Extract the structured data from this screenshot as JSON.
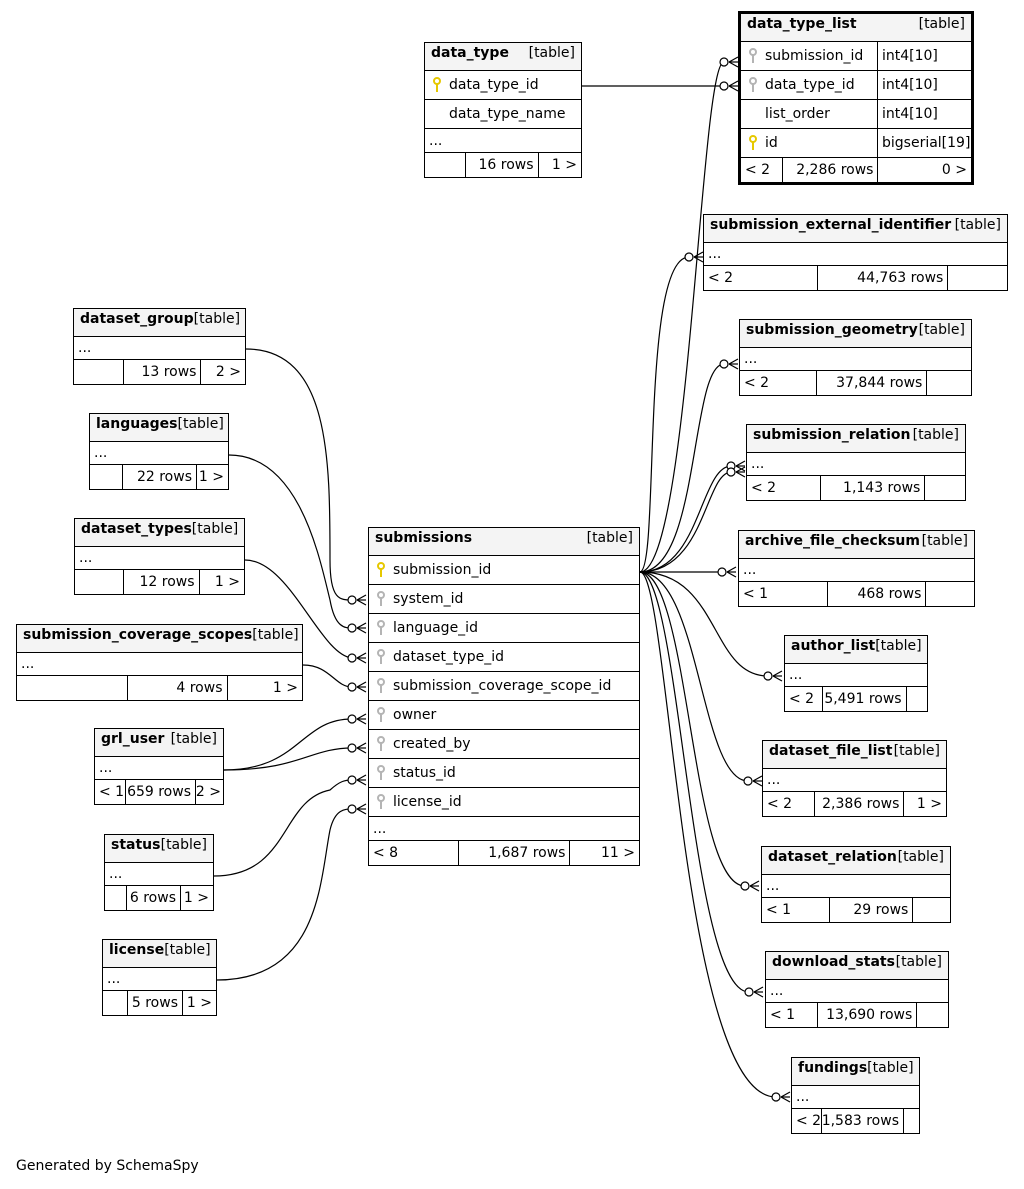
{
  "footer": "Generated by SchemaSpy",
  "type_label": "[table]",
  "key_colors": {
    "primary": "#e6c800",
    "foreign": "#b4b4b4"
  },
  "tables": [
    {
      "id": "data_type",
      "name": "data_type",
      "focus": false,
      "rows": [
        {
          "key": "primary",
          "name": "data_type_id"
        },
        {
          "key": "none",
          "name": "data_type_name"
        }
      ],
      "ellipsis": true,
      "footer": [
        "",
        "16 rows",
        "1 >"
      ]
    },
    {
      "id": "data_type_list",
      "name": "data_type_list",
      "focus": true,
      "rows": [
        {
          "key": "foreign",
          "name": "submission_id",
          "type": "int4[10]"
        },
        {
          "key": "foreign",
          "name": "data_type_id",
          "type": "int4[10]"
        },
        {
          "key": "none",
          "name": "list_order",
          "type": "int4[10]"
        },
        {
          "key": "primary",
          "name": "id",
          "type": "bigserial[19]"
        }
      ],
      "ellipsis": false,
      "footer": [
        "< 2",
        "2,286 rows",
        "0 >"
      ]
    },
    {
      "id": "submission_external_identifier",
      "name": "submission_external_identifier",
      "rows": [],
      "ellipsis": true,
      "footer": [
        "< 2",
        "44,763 rows",
        ""
      ]
    },
    {
      "id": "submission_geometry",
      "name": "submission_geometry",
      "rows": [],
      "ellipsis": true,
      "footer": [
        "< 2",
        "37,844 rows",
        ""
      ]
    },
    {
      "id": "submission_relation",
      "name": "submission_relation",
      "rows": [],
      "ellipsis": true,
      "footer": [
        "< 2",
        "1,143 rows",
        ""
      ]
    },
    {
      "id": "archive_file_checksum",
      "name": "archive_file_checksum",
      "rows": [],
      "ellipsis": true,
      "footer": [
        "< 1",
        "468 rows",
        ""
      ]
    },
    {
      "id": "author_list",
      "name": "author_list",
      "rows": [],
      "ellipsis": true,
      "footer": [
        "< 2",
        "5,491 rows",
        ""
      ]
    },
    {
      "id": "dataset_file_list",
      "name": "dataset_file_list",
      "rows": [],
      "ellipsis": true,
      "footer": [
        "< 2",
        "2,386 rows",
        "1 >"
      ]
    },
    {
      "id": "dataset_relation",
      "name": "dataset_relation",
      "rows": [],
      "ellipsis": true,
      "footer": [
        "< 1",
        "29 rows",
        ""
      ]
    },
    {
      "id": "download_stats",
      "name": "download_stats",
      "rows": [],
      "ellipsis": true,
      "footer": [
        "< 1",
        "13,690 rows",
        ""
      ]
    },
    {
      "id": "fundings",
      "name": "fundings",
      "rows": [],
      "ellipsis": true,
      "footer": [
        "< 2",
        "1,583 rows",
        ""
      ]
    },
    {
      "id": "dataset_group",
      "name": "dataset_group",
      "rows": [],
      "ellipsis": true,
      "footer": [
        "",
        "13 rows",
        "2 >"
      ]
    },
    {
      "id": "languages",
      "name": "languages",
      "rows": [],
      "ellipsis": true,
      "footer": [
        "",
        "22 rows",
        "1 >"
      ]
    },
    {
      "id": "dataset_types",
      "name": "dataset_types",
      "rows": [],
      "ellipsis": true,
      "footer": [
        "",
        "12 rows",
        "1 >"
      ]
    },
    {
      "id": "submission_coverage_scopes",
      "name": "submission_coverage_scopes",
      "rows": [],
      "ellipsis": true,
      "footer": [
        "",
        "4 rows",
        "1 >"
      ]
    },
    {
      "id": "grl_user",
      "name": "grl_user",
      "rows": [],
      "ellipsis": true,
      "footer": [
        "< 1",
        "659 rows",
        "2 >"
      ]
    },
    {
      "id": "status",
      "name": "status",
      "rows": [],
      "ellipsis": true,
      "footer": [
        "",
        "6 rows",
        "1 >"
      ]
    },
    {
      "id": "license",
      "name": "license",
      "rows": [],
      "ellipsis": true,
      "footer": [
        "",
        "5 rows",
        "1 >"
      ]
    },
    {
      "id": "submissions",
      "name": "submissions",
      "rows": [
        {
          "key": "primary",
          "name": "submission_id"
        },
        {
          "key": "foreign",
          "name": "system_id"
        },
        {
          "key": "foreign",
          "name": "language_id"
        },
        {
          "key": "foreign",
          "name": "dataset_type_id"
        },
        {
          "key": "foreign",
          "name": "submission_coverage_scope_id"
        },
        {
          "key": "foreign",
          "name": "owner"
        },
        {
          "key": "foreign",
          "name": "created_by"
        },
        {
          "key": "foreign",
          "name": "status_id"
        },
        {
          "key": "foreign",
          "name": "license_id"
        }
      ],
      "ellipsis": true,
      "footer": [
        "< 8",
        "1,687 rows",
        "11 >"
      ]
    }
  ]
}
